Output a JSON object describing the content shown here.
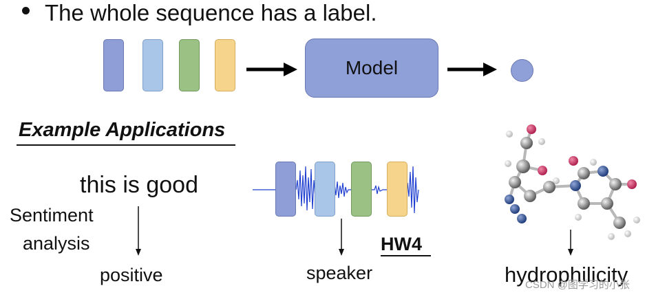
{
  "bullet": "The whole sequence has a label.",
  "model_label": "Model",
  "example_title": "Example Applications",
  "sentence": "this is good",
  "sentiment_line1": "Sentiment",
  "sentiment_line2": "analysis",
  "output_sentiment": "positive",
  "output_speaker": "speaker",
  "output_molecule": "hydrophilicity",
  "hw_label": "HW4",
  "watermark": "CSDN @图学习的小张",
  "colors": {
    "blue_dark": "#8f9ed6",
    "blue_light": "#a9c6e8",
    "green": "#9cc184",
    "yellow": "#f6d48b",
    "model": "#8f9fd8",
    "waveform": "#1f3fd0"
  }
}
